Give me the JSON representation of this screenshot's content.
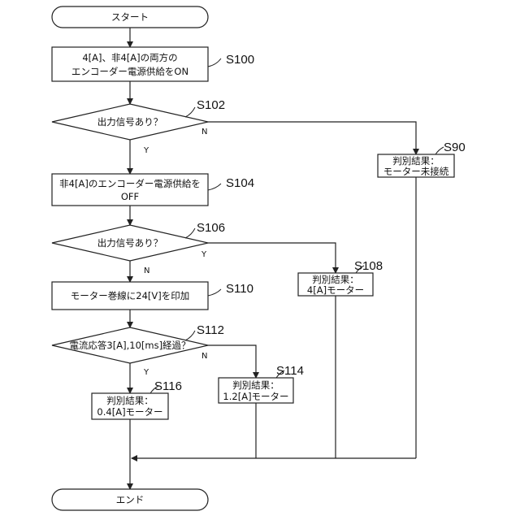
{
  "nodes": {
    "start": {
      "text": "スタート"
    },
    "s100": {
      "label": "S100",
      "line1": "4[A]、非4[A]の両方の",
      "line2": "エンコーダー電源供給をON"
    },
    "s102": {
      "label": "S102",
      "text": "出力信号あり？",
      "no": "N",
      "yes": "Y"
    },
    "s90": {
      "label": "S90",
      "line1": "判別結果：",
      "line2": "モーター未接続"
    },
    "s104": {
      "label": "S104",
      "line1": "非4[A]のエンコーダー電源供給を",
      "line2": "OFF"
    },
    "s106": {
      "label": "S106",
      "text": "出力信号あり？",
      "yes": "Y",
      "no": "N"
    },
    "s108": {
      "label": "S108",
      "line1": "判別結果：",
      "line2": "4[A]モーター"
    },
    "s110": {
      "label": "S110",
      "text": "モーター巻線に24[V]を印加"
    },
    "s112": {
      "label": "S112",
      "text": "電流応答3[A],10[ms]経過？",
      "no": "N",
      "yes": "Y"
    },
    "s114": {
      "label": "S114",
      "line1": "判別結果：",
      "line2": "1.2[A]モーター"
    },
    "s116": {
      "label": "S116",
      "line1": "判別結果：",
      "line2": "0.4[A]モーター"
    },
    "end": {
      "text": "エンド"
    }
  }
}
